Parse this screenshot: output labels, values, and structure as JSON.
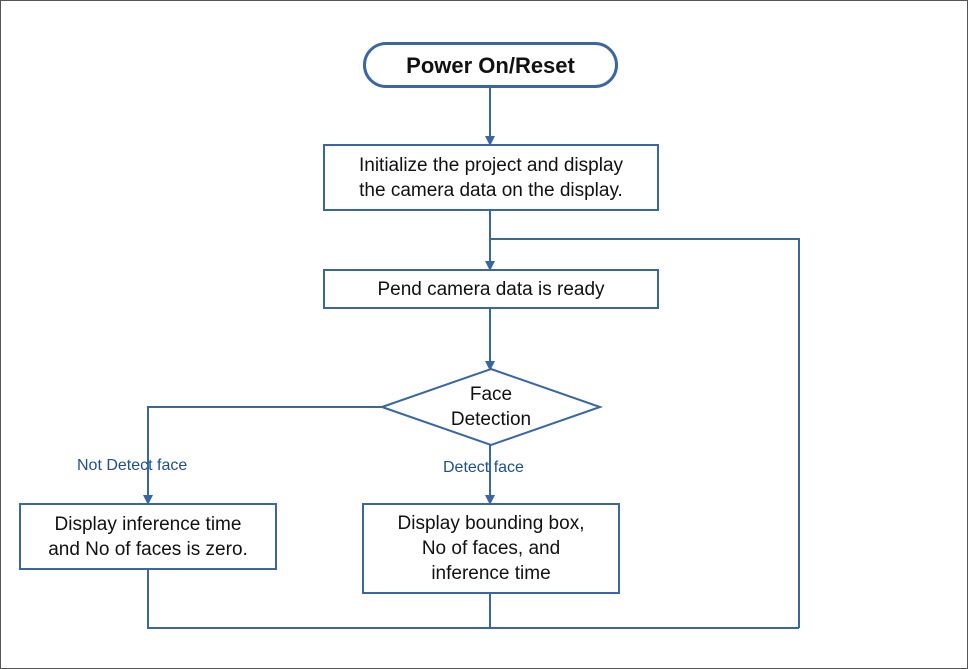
{
  "colors": {
    "line": "#3a67a3",
    "edge_label": "#1f4f8f"
  },
  "nodes": {
    "start": {
      "label": "Power On/Reset"
    },
    "init": {
      "label": "Initialize the project and display\nthe camera data on the display."
    },
    "pend": {
      "label": "Pend camera data is ready"
    },
    "decision": {
      "label": "Face\nDetection"
    },
    "no_face": {
      "label": "Display inference time\nand No of faces is zero."
    },
    "face": {
      "label": "Display bounding box,\nNo of faces, and\ninference time"
    }
  },
  "edges": {
    "not_detect_label": "Not Detect face",
    "detect_label": "Detect face"
  }
}
